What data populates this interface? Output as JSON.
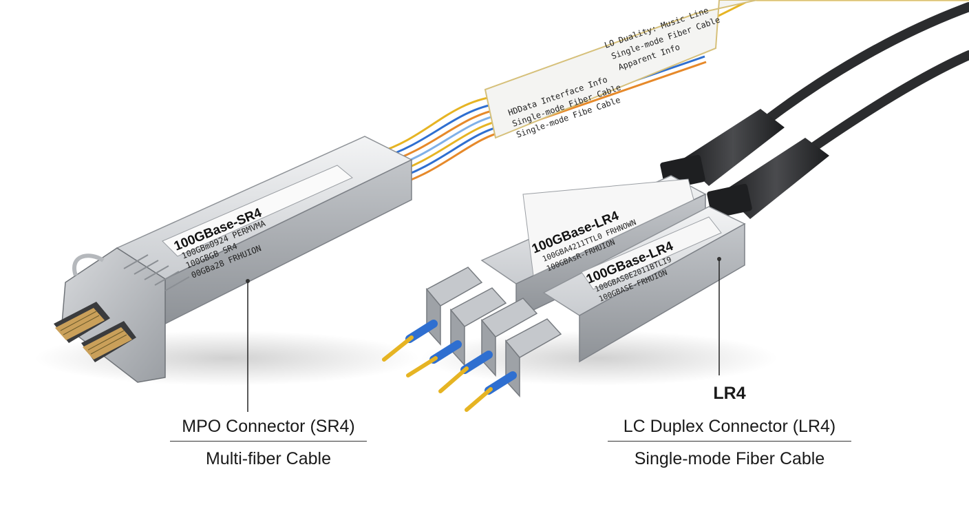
{
  "ribbon_label": {
    "left_lines": [
      "HDData Interface Info",
      "Single-mode Fiber Cable",
      "Single-mode Fibe Cable"
    ],
    "right_lines": [
      "LO Duality: Music Line",
      "Single-mode Fiber Cable",
      "Apparent Info"
    ]
  },
  "sr4_module": {
    "label_title": "100GBase-SR4",
    "label_lines": [
      "100GBm0924 PERMVMA",
      "100GBGB SR4",
      "00GBa28 FRHUION"
    ]
  },
  "lr4_module_back": {
    "label_title": "100GBase-LR4",
    "label_lines": [
      "100GBA4211TTL0 FRHNOWN",
      "100GBAsR-FRHUION"
    ]
  },
  "lr4_module_front": {
    "label_title": "100GBase-LR4",
    "label_lines": [
      "100GBAS0E2011BTLI9",
      "100GBASE-FRHUION"
    ]
  },
  "left_caption": {
    "title": "MPO Connector (SR4)",
    "subtitle": "Multi-fiber Cable"
  },
  "right_caption": {
    "tag": "LR4",
    "title": "LC Duplex Connector (LR4)",
    "subtitle": "Single-mode Fiber Cable"
  },
  "colors": {
    "metal_light": "#e4e5e7",
    "metal_dark": "#9ea2a7",
    "fiber_blue": "#2f6fd0",
    "fiber_yellow": "#e6b423",
    "fiber_orange": "#e6892a",
    "cable_black": "#2b2c2e"
  }
}
